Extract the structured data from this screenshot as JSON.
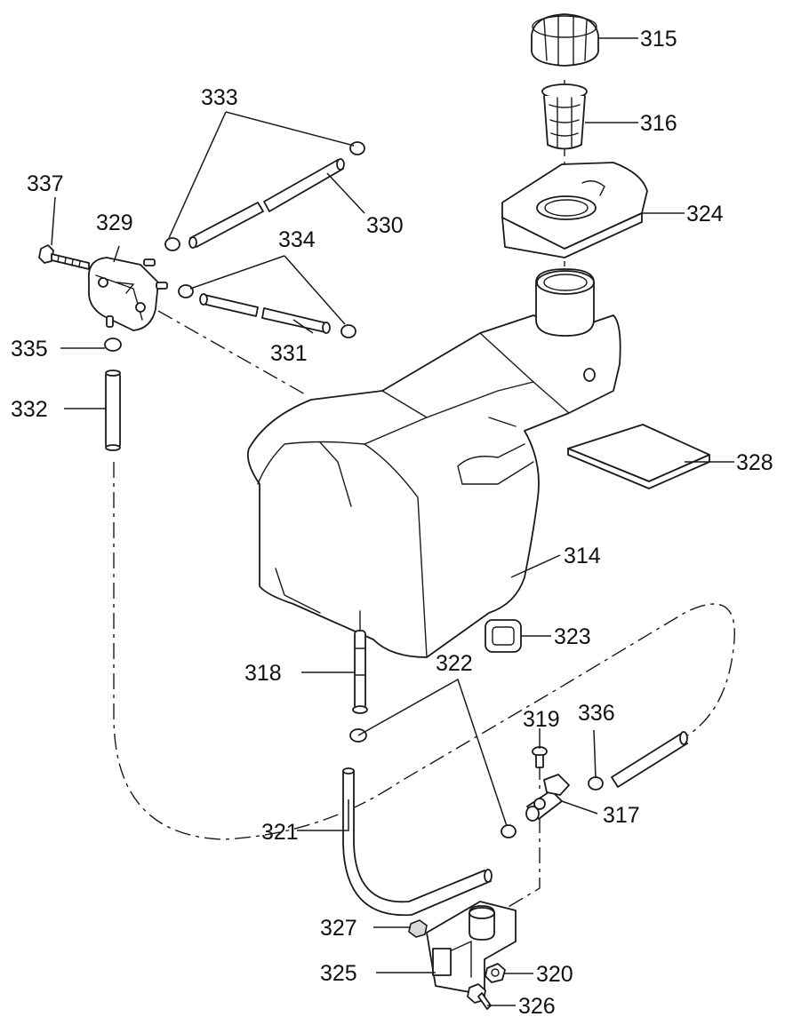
{
  "callouts": {
    "c314": "314",
    "c315": "315",
    "c316": "316",
    "c317": "317",
    "c318": "318",
    "c319": "319",
    "c320": "320",
    "c321": "321",
    "c322": "322",
    "c323": "323",
    "c324": "324",
    "c325": "325",
    "c326": "326",
    "c327": "327",
    "c328": "328",
    "c329": "329",
    "c330": "330",
    "c331": "331",
    "c332": "332",
    "c333": "333",
    "c334": "334",
    "c335": "335",
    "c336": "336",
    "c337": "337"
  },
  "colors": {
    "line": "#1a1a1a",
    "fill": "#ffffff",
    "shade": "#d9d9d9"
  }
}
